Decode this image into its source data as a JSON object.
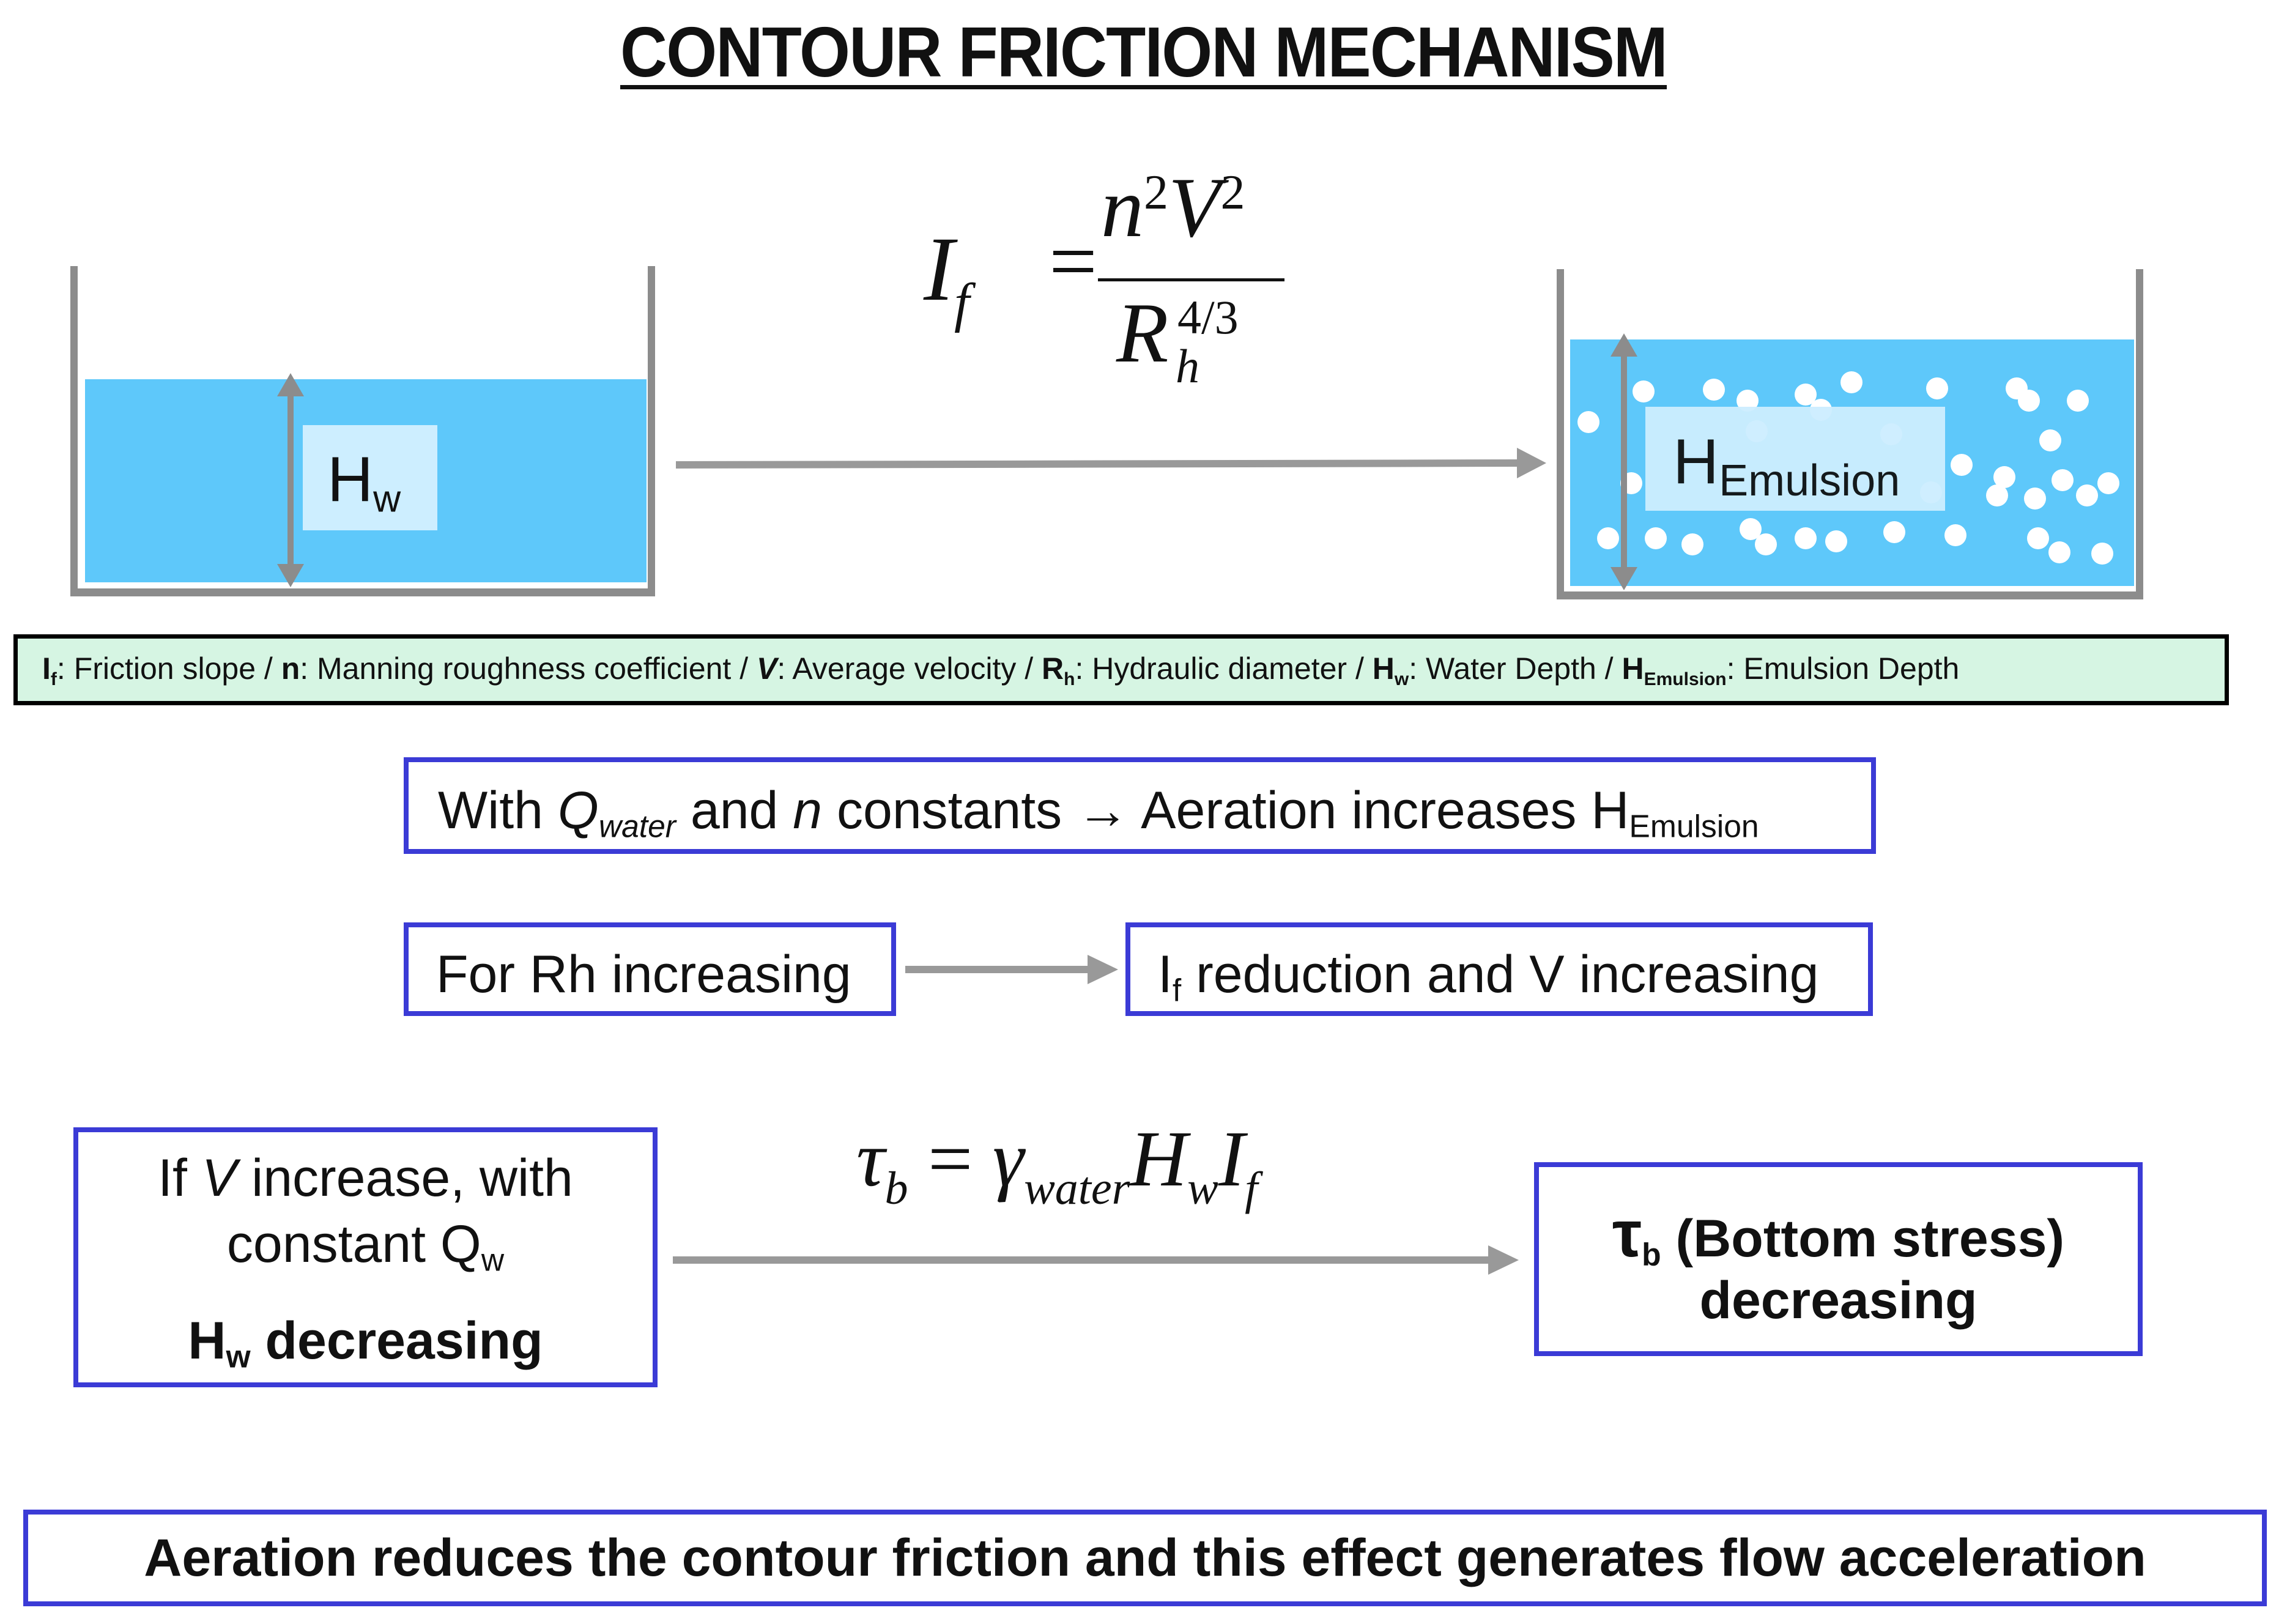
{
  "title": "CONTOUR FRICTION MECHANISM",
  "equation_friction": {
    "lhs": "I",
    "lhs_sub": "f",
    "num_n": "n",
    "num_n_sup": "2",
    "num_v": "V",
    "num_v_sup": "2",
    "den": "R",
    "den_sub": "h",
    "den_sup": "4/3"
  },
  "tank_left": {
    "label": "H",
    "label_sub": "w"
  },
  "tank_right": {
    "label": "H",
    "label_sub": "Emulsion"
  },
  "legend": {
    "if_sym": "I",
    "if_sub": "f",
    "if_text": ": Friction slope / ",
    "n_sym": "n",
    "n_text": ": Manning roughness coefficient / ",
    "v_sym": "V",
    "v_text": ": Average velocity / ",
    "rh_sym": "R",
    "rh_sub": "h",
    "rh_text": ": Hydraulic diameter / ",
    "hw_sym": "H",
    "hw_sub": "w",
    "hw_text": ": Water Depth / ",
    "he_sym": "H",
    "he_sub": "Emulsion",
    "he_text": ": Emulsion Depth"
  },
  "statement1": {
    "a": "With ",
    "q": "Q",
    "q_sub": "water",
    "b": " and ",
    "n": "n",
    "c": " constants → Aeration  increases H",
    "sub": "Emulsion"
  },
  "rh_box": "For Rh increasing",
  "if_box": {
    "a": "I",
    "sub": "f",
    "b": " reduction and V increasing"
  },
  "v_box": {
    "l1a": "If ",
    "l1v": "V",
    "l1b": " increase, with",
    "l2a": "constant Q",
    "l2sub": "w",
    "l3a": "H",
    "l3sub": "w",
    "l3b": " decreasing"
  },
  "equation_stress": {
    "tau": "τ",
    "tau_sub": "b",
    "eq": " = ",
    "gamma": "γ",
    "gamma_sub": "water",
    "h": "H",
    "h_sub": "w",
    "i": "I",
    "i_sub": "f"
  },
  "tau_box": {
    "tau": "τ",
    "tau_sub": "b",
    "rest": " (Bottom stress)",
    "l2": "decreasing"
  },
  "conclusion": "Aeration reduces the contour friction and this effect generates flow acceleration",
  "colors": {
    "water": "#5ec8fa",
    "box_border": "#3b3bd6",
    "arrow": "#999999",
    "legend_bg": "#d6f5e3",
    "tank_wall": "#8c8c8c"
  }
}
